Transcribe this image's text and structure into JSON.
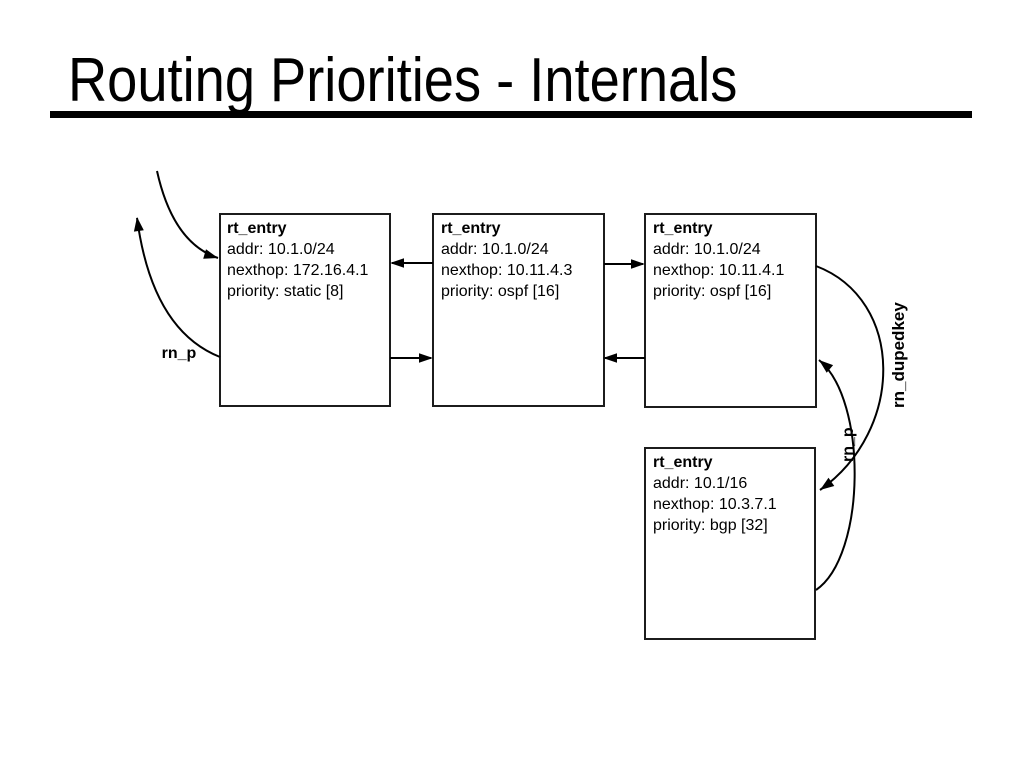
{
  "slide": {
    "title": "Routing Priorities - Internals"
  },
  "diagram": {
    "nodes": [
      {
        "title": "rt_entry",
        "addr": "addr: 10.1.0/24",
        "nexthop": "nexthop: 172.16.4.1",
        "priority": "priority: static [8]"
      },
      {
        "title": "rt_entry",
        "addr": "addr: 10.1.0/24",
        "nexthop": "nexthop: 10.11.4.3",
        "priority": "priority: ospf [16]"
      },
      {
        "title": "rt_entry",
        "addr": "addr: 10.1.0/24",
        "nexthop": "nexthop: 10.11.4.1",
        "priority": "priority: ospf [16]"
      },
      {
        "title": "rt_entry",
        "addr": "addr: 10.1/16",
        "nexthop": "nexthop: 10.3.7.1",
        "priority": "priority: bgp [32]"
      }
    ],
    "labels": {
      "rn_p_left": "rn_p",
      "rn_p_right": "rn_p",
      "rn_dupedkey": "rn_dupedkey"
    },
    "colors": {
      "line": "#000000",
      "box_border": "#1c1c1c",
      "background": "#ffffff",
      "text": "#000000"
    }
  }
}
